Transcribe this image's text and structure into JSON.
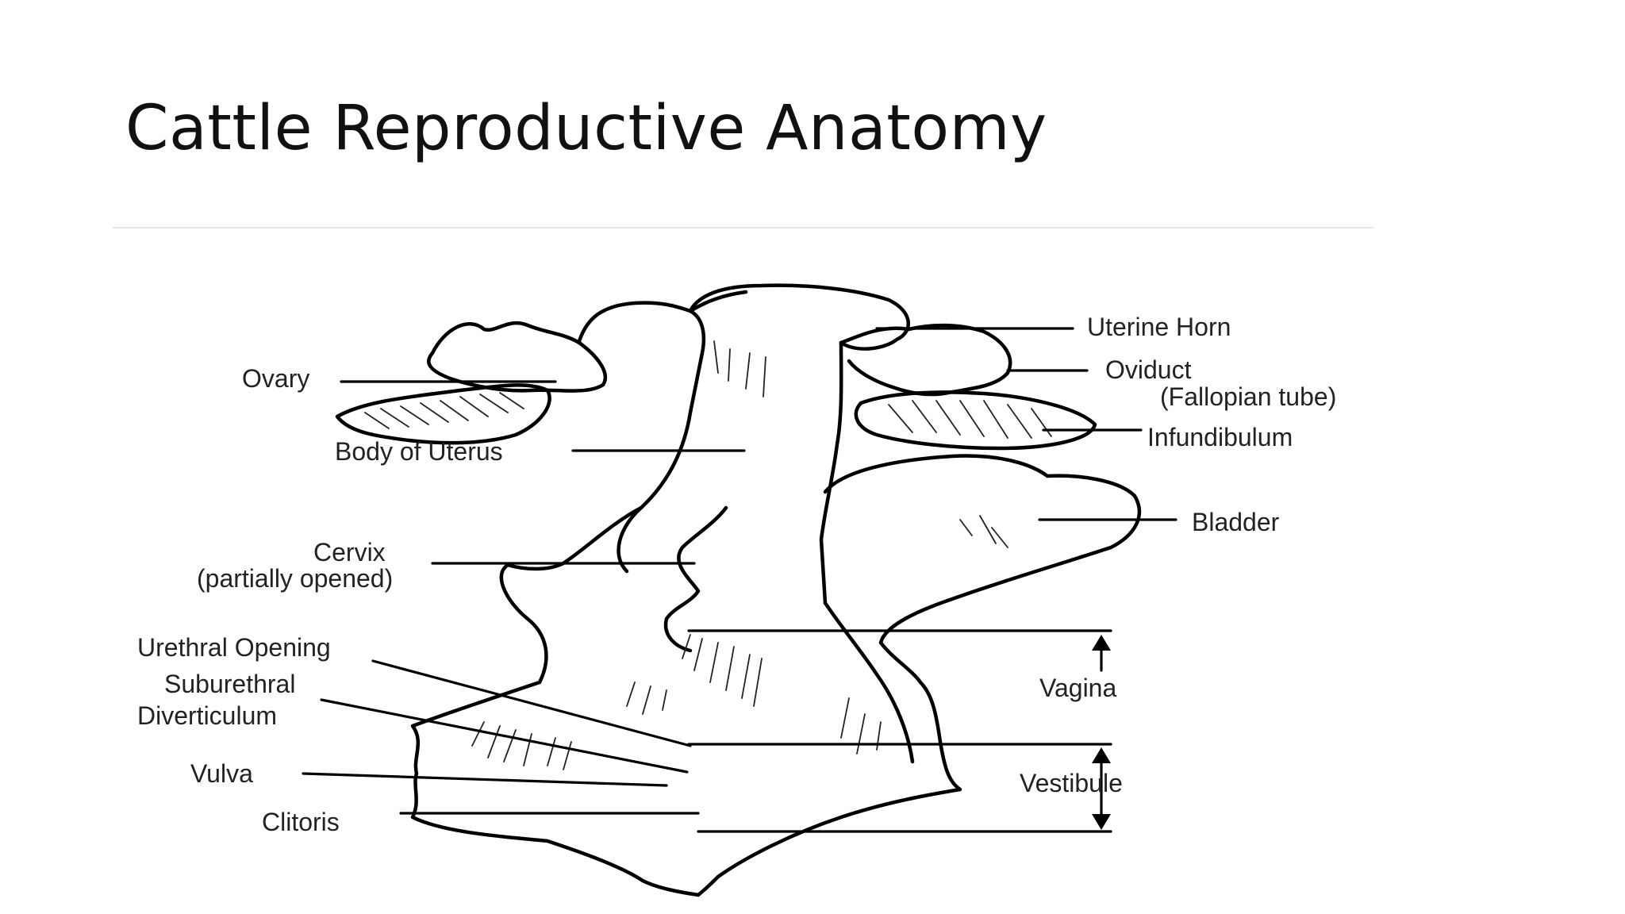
{
  "slide": {
    "title": "Cattle Reproductive Anatomy"
  },
  "diagram": {
    "labels": {
      "uterine_horn": "Uterine Horn",
      "oviduct": "Oviduct",
      "oviduct_sub": "(Fallopian tube)",
      "infundibulum": "Infundibulum",
      "bladder": "Bladder",
      "ovary": "Ovary",
      "body_of_uterus": "Body of Uterus",
      "cervix": "Cervix",
      "cervix_sub": "(partially opened)",
      "urethral_opening": "Urethral Opening",
      "suburethral_1": "Suburethral",
      "suburethral_2": "Diverticulum",
      "vulva": "Vulva",
      "clitoris": "Clitoris",
      "vagina": "Vagina",
      "vestibule": "Vestibule"
    }
  }
}
